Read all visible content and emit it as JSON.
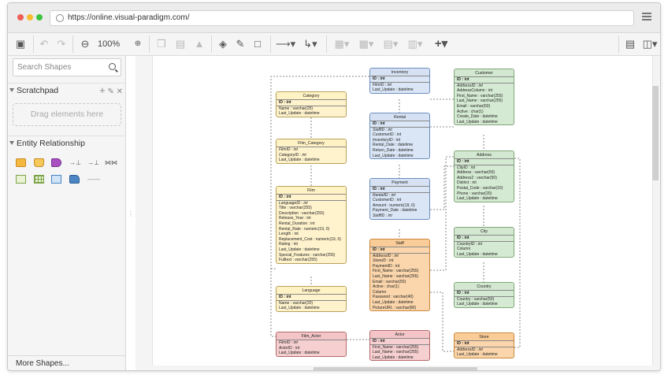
{
  "browser": {
    "url": "https://online.visual-paradigm.com/"
  },
  "toolbar": {
    "zoom": "100%"
  },
  "sidebar": {
    "search_placeholder": "Search Shapes",
    "scratchpad_label": "Scratchpad",
    "drag_hint": "Drag elements here",
    "entity_label": "Entity Relationship",
    "more_shapes": "More Shapes..."
  },
  "colors": {
    "yellow": "#fff2cc",
    "blue": "#dae8fc",
    "green": "#d5e8d4",
    "orange": "#fbd3a8",
    "pink": "#f8cecc"
  },
  "entities": [
    {
      "id": "Category",
      "title": "Category",
      "color": "yellow",
      "rows": [
        {
          "t": "ID : int",
          "pk": 1
        },
        {
          "t": "Name : varchar(25)"
        },
        {
          "t": "Last_Update : datetime"
        }
      ]
    },
    {
      "id": "FilmCategory",
      "title": "Film_Category",
      "color": "yellow",
      "rows": [
        {
          "t": "FilmID : int",
          "fk": 1
        },
        {
          "t": "CategoryID : int",
          "fk": 1
        },
        {
          "t": "Last_Update : datetime"
        }
      ]
    },
    {
      "id": "Film",
      "title": "Film",
      "color": "yellow",
      "rows": [
        {
          "t": "ID : int",
          "pk": 1
        },
        {
          "t": "LanguageID : int",
          "fk": 1
        },
        {
          "t": "Title : varchar(255)"
        },
        {
          "t": "Description : varchar(255)"
        },
        {
          "t": "Release_Year : int"
        },
        {
          "t": "Rental_Duration : int"
        },
        {
          "t": "Rental_Rate : numeric(19, 0)"
        },
        {
          "t": "Length : int"
        },
        {
          "t": "Replacement_Cost : numeric(19, 0)"
        },
        {
          "t": "Rating : int"
        },
        {
          "t": "Last_Update : datetime"
        },
        {
          "t": "Special_Features : varchar(255)"
        },
        {
          "t": "Fulltext : varchar(255)"
        }
      ]
    },
    {
      "id": "Language",
      "title": "Language",
      "color": "yellow",
      "rows": [
        {
          "t": "ID : int",
          "pk": 1
        },
        {
          "t": "Name : varchar(20)"
        },
        {
          "t": "Last_Update : datetime"
        }
      ]
    },
    {
      "id": "FilmActor",
      "title": "Film_Actor",
      "color": "pink",
      "rows": [
        {
          "t": "FilmID : int",
          "fk": 1
        },
        {
          "t": "ActorID : int",
          "fk": 1
        },
        {
          "t": "Last_Update : datetime"
        }
      ]
    },
    {
      "id": "Inventory",
      "title": "Inventory",
      "color": "blue",
      "rows": [
        {
          "t": "ID : int",
          "pk": 1
        },
        {
          "t": "FilmID : int",
          "fk": 1
        },
        {
          "t": "Last_Update : datetime"
        }
      ]
    },
    {
      "id": "Rental",
      "title": "Rental",
      "color": "blue",
      "rows": [
        {
          "t": "ID : int",
          "pk": 1
        },
        {
          "t": "StaffID : int",
          "fk": 1
        },
        {
          "t": "CustomerID : int",
          "fk": 1
        },
        {
          "t": "InventoryID : int",
          "fk": 1
        },
        {
          "t": "Rental_Date : datetime"
        },
        {
          "t": "Return_Date : datetime"
        },
        {
          "t": "Last_Update : datetime"
        }
      ]
    },
    {
      "id": "Payment",
      "title": "Payment",
      "color": "blue",
      "rows": [
        {
          "t": "ID : int",
          "pk": 1
        },
        {
          "t": "RentalID : int",
          "fk": 1
        },
        {
          "t": "CustomerID : int",
          "fk": 1
        },
        {
          "t": "Amount : numeric(19, 0)"
        },
        {
          "t": "Payment_Date : datetime"
        },
        {
          "t": "StaffID : int",
          "fk": 1
        }
      ]
    },
    {
      "id": "Staff",
      "title": "Staff",
      "color": "orange",
      "rows": [
        {
          "t": "ID : int",
          "pk": 1
        },
        {
          "t": "AddressID : int",
          "fk": 1
        },
        {
          "t": "StoreID : int",
          "fk": 1
        },
        {
          "t": "PaymentID : int"
        },
        {
          "t": "First_Name : varchar(255)"
        },
        {
          "t": "Last_Name : varchar(255)"
        },
        {
          "t": "Email : varchar(50)"
        },
        {
          "t": "Active : char(1)"
        },
        {
          "t": "Column"
        },
        {
          "t": "Password : varchar(40)"
        },
        {
          "t": "Last_Update : datetime"
        },
        {
          "t": "PictureURL : varchar(80)"
        }
      ]
    },
    {
      "id": "Actor",
      "title": "Actor",
      "color": "pink",
      "rows": [
        {
          "t": "ID : int",
          "pk": 1
        },
        {
          "t": "First_Name : varchar(255)"
        },
        {
          "t": "Last_Name : varchar(255)"
        },
        {
          "t": "Last_Update : datetime"
        }
      ]
    },
    {
      "id": "Customer",
      "title": "Customer",
      "color": "green",
      "rows": [
        {
          "t": "ID : int",
          "pk": 1
        },
        {
          "t": "AddressID : int",
          "fk": 1
        },
        {
          "t": "AddressColumn : int"
        },
        {
          "t": "First_Name : varchar(255)"
        },
        {
          "t": "Last_Name : varchar(255)"
        },
        {
          "t": "Email : varchar(50)"
        },
        {
          "t": "Active : char(1)"
        },
        {
          "t": "Create_Date : datetime"
        },
        {
          "t": "Last_Update : datetime"
        }
      ]
    },
    {
      "id": "Address",
      "title": "Address",
      "color": "green",
      "rows": [
        {
          "t": "ID : int",
          "pk": 1
        },
        {
          "t": "CityID : int",
          "fk": 1
        },
        {
          "t": "Address : varchar(50)"
        },
        {
          "t": "Address2 : varchar(50)"
        },
        {
          "t": "District : int"
        },
        {
          "t": "Postal_Code : varchar(10)"
        },
        {
          "t": "Phone : varchar(20)"
        },
        {
          "t": "Last_Update : datetime"
        }
      ]
    },
    {
      "id": "City",
      "title": "City",
      "color": "green",
      "rows": [
        {
          "t": "ID : int",
          "pk": 1
        },
        {
          "t": "CountryID : int",
          "fk": 1
        },
        {
          "t": "Column"
        },
        {
          "t": "Last_Update : datetime"
        }
      ]
    },
    {
      "id": "Country",
      "title": "Country",
      "color": "green",
      "rows": [
        {
          "t": "ID : int",
          "pk": 1
        },
        {
          "t": "Country : varchar(50)"
        },
        {
          "t": "Last_Update : datetime"
        }
      ]
    },
    {
      "id": "Store",
      "title": "Store",
      "color": "orange",
      "rows": [
        {
          "t": "ID : int",
          "pk": 1
        },
        {
          "t": "AddressID : int",
          "fk": 1
        },
        {
          "t": "Last_Update : datetime"
        }
      ]
    }
  ]
}
